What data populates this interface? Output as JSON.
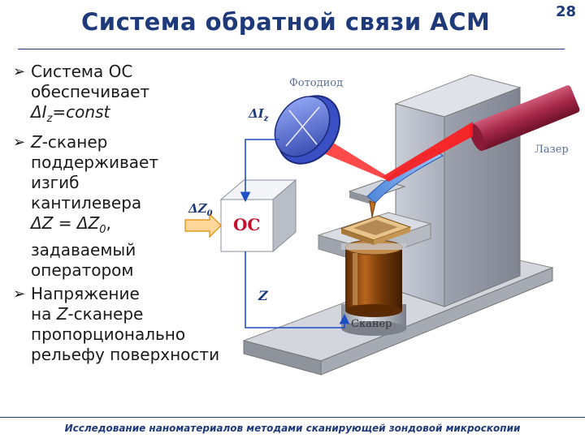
{
  "slide": {
    "title": "Система обратной связи АСМ",
    "number": "28",
    "footer": "Исследование наноматериалов методами сканирующей зондовой микроскопии"
  },
  "bullets": [
    {
      "lines": [
        {
          "pre": "Система ОС",
          "it": "",
          "post": ""
        },
        {
          "pre": "обеспечивает",
          "it": "",
          "post": ""
        },
        {
          "pre": "",
          "it": "ΔI",
          "sub": "z",
          "post": "=const"
        }
      ]
    },
    {
      "lines": [
        {
          "pre": "",
          "it": "Z",
          "post": "-сканер"
        },
        {
          "pre": "поддерживает",
          "it": "",
          "post": ""
        },
        {
          "pre": "изгиб",
          "it": "",
          "post": ""
        },
        {
          "pre": "кантилевера",
          "it": "",
          "post": ""
        },
        {
          "pre": "",
          "it": "ΔZ = ΔZ",
          "sub": "0",
          "post": ","
        },
        {
          "pre": "задаваемый",
          "it": "",
          "post": ""
        },
        {
          "pre": "оператором",
          "it": "",
          "post": ""
        }
      ]
    },
    {
      "lines": [
        {
          "pre": "Напряжение",
          "it": "",
          "post": ""
        },
        {
          "pre": "на ",
          "it": "Z",
          "post": "-сканере"
        },
        {
          "pre": "пропорционально",
          "it": "",
          "post": ""
        },
        {
          "pre": "рельефу поверхности",
          "it": "",
          "post": ""
        }
      ]
    }
  ],
  "diagram": {
    "photodiode_label": "Фотодиод",
    "laser_label": "Лазер",
    "scanner_label": "Сканер",
    "feedback_label": "ОС",
    "delta_iz_label": "ΔI",
    "delta_iz_sub": "z",
    "delta_z0_label": "ΔZ",
    "delta_z0_sub": "0",
    "z_label": "Z"
  },
  "colors": {
    "title": "#1f3a7a",
    "arrow": "#1f4fc4",
    "laser_beam": "#ff1a1a",
    "laser_body": "#b0304a",
    "scanner_body": "#8a4a10",
    "label_text": "#5a6f9a"
  }
}
